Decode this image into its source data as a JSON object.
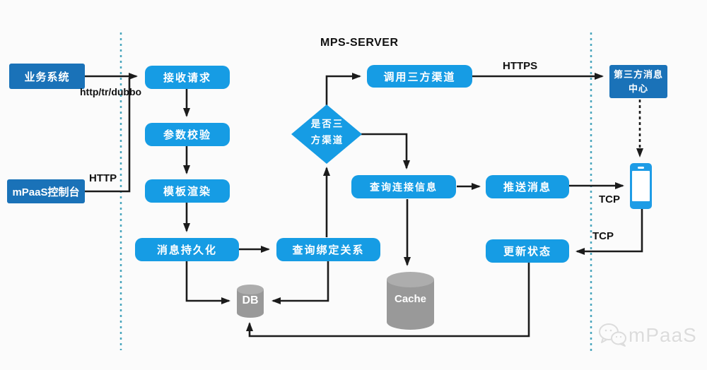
{
  "title": "MPS-SERVER",
  "watermark": {
    "label": "mPaaS"
  },
  "colors": {
    "node_blue": "#169ce4",
    "node_dark_blue": "#1a72b8",
    "separator_teal": "#4aa6bd",
    "cylinder_gray": "#999999",
    "arrow_black": "#1b1b1b",
    "watermark_gray": "#dcdcdc"
  },
  "nodes": {
    "business_system": "业务系统",
    "mpaas_console": "mPaaS控制台",
    "receive_request": "接收请求",
    "param_check": "参数校验",
    "template_render": "模板渲染",
    "message_persist": "消息持久化",
    "query_binding": "查询绑定关系",
    "is_third_channel": "是否三方渠道",
    "call_third_channel": "调用三方渠道",
    "query_connection": "查询连接信息",
    "push_message": "推送消息",
    "update_status": "更新状态",
    "third_party_center": "第三方消息中心",
    "db": "DB",
    "cache": "Cache"
  },
  "edge_labels": {
    "business_protocol": "http/tr/dubbo",
    "console_protocol": "HTTP",
    "third_channel_protocol": "HTTPS",
    "push_protocol": "TCP",
    "status_protocol": "TCP"
  }
}
